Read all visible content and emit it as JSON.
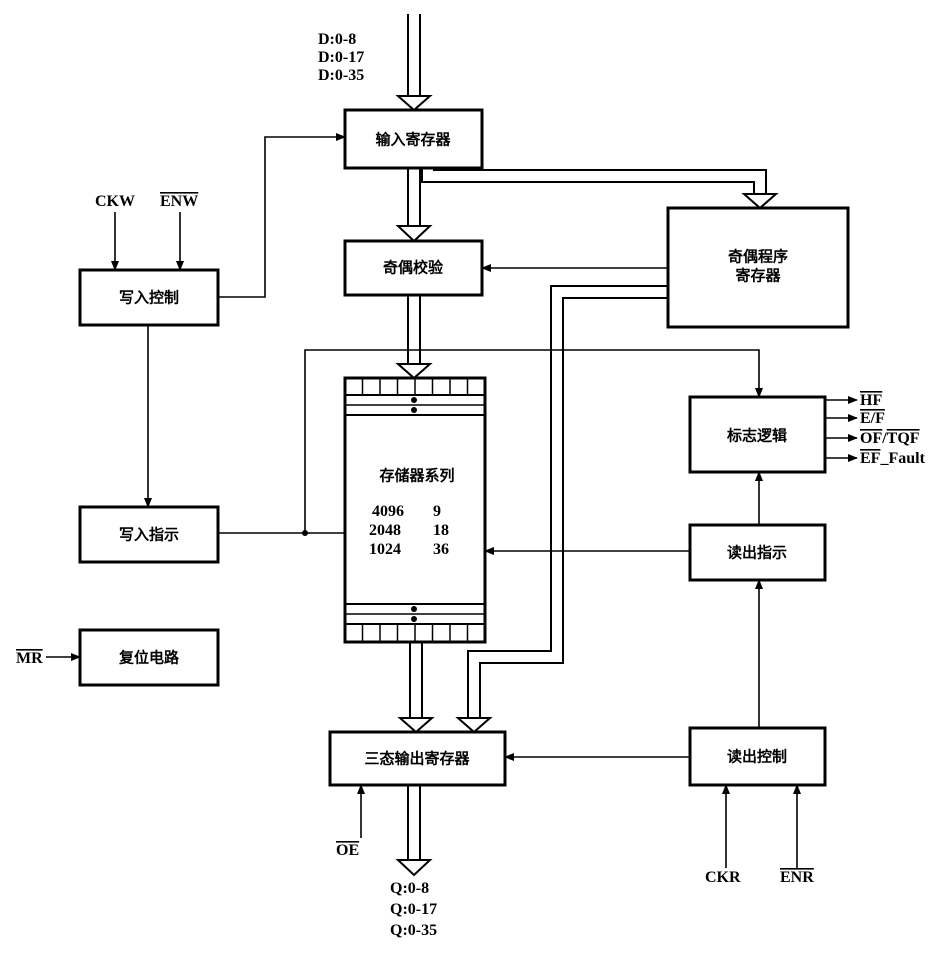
{
  "input_bus_labels": [
    "D:0-8",
    "D:0-17",
    "D:0-35"
  ],
  "output_bus_labels": [
    "Q:0-8",
    "Q:0-17",
    "Q:0-35"
  ],
  "blocks": {
    "input_register": "输入寄存器",
    "parity_check": "奇偶校验",
    "parity_program_register_line1": "奇偶程序",
    "parity_program_register_line2": "寄存器",
    "write_control": "写入控制",
    "write_pointer": "写入指示",
    "reset_circuit": "复位电路",
    "memory_array": "存储器系列",
    "flag_logic": "标志逻辑",
    "read_pointer": "读出指示",
    "read_control": "读出控制",
    "tristate_output_register": "三态输出寄存器"
  },
  "memory_configs": [
    {
      "depth": "4096",
      "width": "9"
    },
    {
      "depth": "2048",
      "width": "18"
    },
    {
      "depth": "1024",
      "width": "36"
    }
  ],
  "signals": {
    "ckw": "CKW",
    "enw": "ENW",
    "mr": "MR",
    "oe": "OE",
    "ckr": "CKR",
    "enr": "ENR"
  },
  "flag_outputs": {
    "hf": "HF",
    "ef_full": "E/F",
    "of_tqf_a": "OF",
    "of_tqf_sep": "/",
    "of_tqf_b": "TQF",
    "ef_fault_a": "EF",
    "ef_fault_b": "_Fault"
  }
}
